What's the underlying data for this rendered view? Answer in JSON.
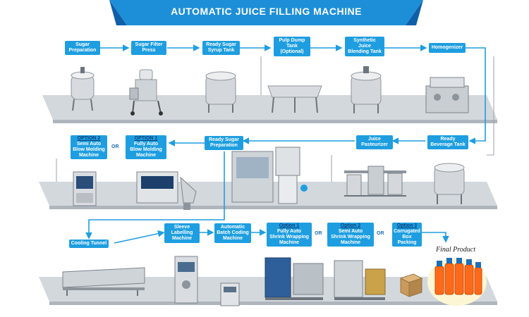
{
  "title": "AUTOMATIC JUICE FILLING MACHINE",
  "colors": {
    "accent": "#1e9ee0",
    "banner": "#1d8fd8",
    "floor": "#c7cdd3",
    "line": "#1e9ee0",
    "option": "#0b3f7a"
  },
  "row1": [
    {
      "lines": [
        "Sugar",
        "Preparation"
      ]
    },
    {
      "lines": [
        "Sugar Filter",
        "Press"
      ]
    },
    {
      "lines": [
        "Ready Sugar",
        "Syrup Tank"
      ]
    },
    {
      "lines": [
        "Pulp Dump",
        "Tank",
        "(Optional)"
      ]
    },
    {
      "lines": [
        "Synthetic",
        "Juice",
        "Blending Tank"
      ]
    },
    {
      "lines": [
        "Homogenizer"
      ]
    }
  ],
  "row2": {
    "option2": {
      "option": "OPTION 2",
      "lines": [
        "Semi Auto",
        "Blow Molding",
        "Machine"
      ]
    },
    "option1": {
      "option": "OPTION 1",
      "lines": [
        "Fully Auto",
        "Blow Molding",
        "Machine"
      ]
    },
    "ready_sugar_prep": {
      "lines": [
        "Ready Sugar",
        "Preparation"
      ]
    },
    "juice_pasteurizer": {
      "lines": [
        "Juice",
        "Pasteurizer"
      ]
    },
    "ready_beverage_tank": {
      "lines": [
        "Ready",
        "Beverage Tank"
      ]
    }
  },
  "row3": {
    "cooling_tunnel": {
      "lines": [
        "Cooling Tunnel"
      ]
    },
    "sleeve_labelling": {
      "lines": [
        "Sleeve",
        "Labelling",
        "Machine"
      ]
    },
    "batch_coding": {
      "lines": [
        "Automatic",
        "Batch Coding",
        "Machine"
      ]
    },
    "shrink_option1": {
      "option": "Option 1",
      "lines": [
        "Fully Auto",
        "Shrink Wrapping",
        "Machine"
      ]
    },
    "shrink_option2": {
      "option": "Option 2",
      "lines": [
        "Semi Auto",
        "Shrink Wrapping",
        "Machine"
      ]
    },
    "box_option3": {
      "option": "Option 3",
      "lines": [
        "Corrugated",
        "Box",
        "Packing"
      ]
    }
  },
  "or_label": "OR",
  "final_product": "Final Product",
  "icons": [
    "jacketed-tank-icon",
    "filter-press-icon",
    "syrup-tank-icon",
    "pulp-dump-tank-icon",
    "blending-tank-icon",
    "homogenizer-icon",
    "blow-molding-machine-icon",
    "filling-machine-icon",
    "pasteurizer-icon",
    "beverage-tank-icon",
    "cooling-tunnel-icon",
    "sleeve-labeller-icon",
    "batch-coder-icon",
    "shrink-wrapper-icon",
    "carton-box-icon",
    "bottle-pack-icon"
  ]
}
